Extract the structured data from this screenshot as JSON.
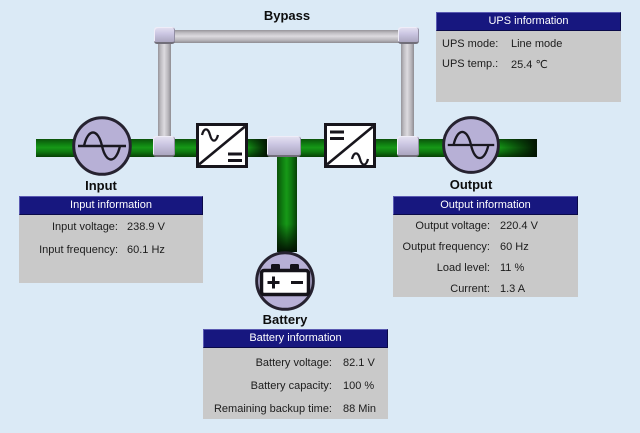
{
  "diagram": {
    "bypass_label": "Bypass",
    "input_label": "Input",
    "output_label": "Output",
    "battery_label": "Battery"
  },
  "panels": {
    "ups": {
      "title": "UPS information",
      "rows": [
        {
          "label": "UPS mode:",
          "value": "Line mode"
        },
        {
          "label": "UPS temp.:",
          "value": "25.4 ℃"
        }
      ]
    },
    "input": {
      "title": "Input information",
      "rows": [
        {
          "label": "Input voltage:",
          "value": "238.9 V"
        },
        {
          "label": "Input frequency:",
          "value": "60.1 Hz"
        }
      ]
    },
    "output": {
      "title": "Output information",
      "rows": [
        {
          "label": "Output voltage:",
          "value": "220.4 V"
        },
        {
          "label": "Output frequency:",
          "value": "60 Hz"
        },
        {
          "label": "Load level:",
          "value": "11 %"
        },
        {
          "label": "Current:",
          "value": "1.3 A"
        }
      ]
    },
    "battery": {
      "title": "Battery information",
      "rows": [
        {
          "label": "Battery voltage:",
          "value": "82.1 V"
        },
        {
          "label": "Battery capacity:",
          "value": "100 %"
        },
        {
          "label": "Remaining backup time:",
          "value": "88 Min"
        }
      ]
    }
  },
  "icons": {
    "input": "ac-sine-wave",
    "output": "ac-sine-wave",
    "battery": "battery",
    "converter_left": "ac-to-dc-rectifier",
    "converter_right": "dc-to-ac-inverter"
  },
  "colors": {
    "background": "#dbeaf6",
    "panel_bg": "#c9c9c9",
    "title_navy": "#17177f",
    "pipe_green": "#0f7f11",
    "pipe_gray": "#c2c0c4",
    "connector_lavender": "#cbc6e2",
    "node_fill": "#b7b0d6"
  }
}
